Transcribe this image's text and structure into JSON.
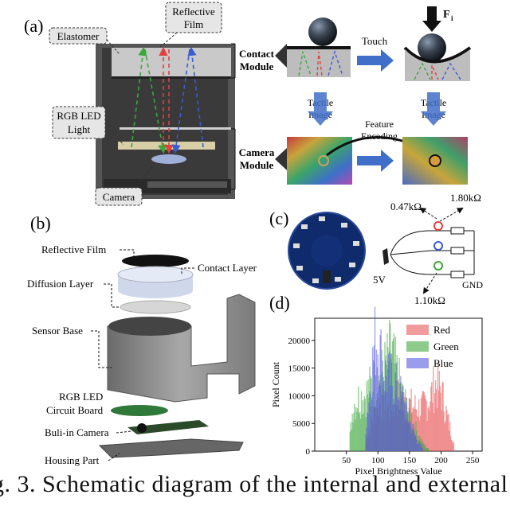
{
  "panel_a": {
    "letter": "(a)",
    "labels": {
      "elastomer": "Elastomer",
      "reflective_film": "Reflective Film",
      "rgb_led_light": "RGB LED Light",
      "camera": "Camera",
      "contact_module": "Contact Module",
      "camera_module": "Camera Module",
      "touch": "Touch",
      "force": "F",
      "force_sub": "i",
      "tactile_image_left": "Tactile Image",
      "tactile_image_right": "Tactile Image",
      "feature_encoding": "Feature Encoding"
    }
  },
  "panel_b": {
    "letter": "(b)",
    "labels": {
      "reflective_film": "Reflective Film",
      "contact_layer": "Contact Layer",
      "diffusion_layer": "Diffusion Layer",
      "sensor_base": "Sensor Base",
      "rgb_led_circuit_board": "RGB LED Circuit Board",
      "built_in_camera": "Buli-in Camera",
      "housing_part": "Housing Part"
    }
  },
  "panel_c": {
    "letter": "(c)",
    "voltage": "5V",
    "gnd": "GND",
    "resistors": [
      "0.47kΩ",
      "1.80kΩ",
      "1.10kΩ"
    ]
  },
  "panel_d": {
    "letter": "(d)",
    "colors": {
      "red": "#e8585a",
      "green": "#3fa83f",
      "blue": "#5a5ae0"
    }
  },
  "chart_data": {
    "type": "histogram",
    "xlabel": "Pixel Brightness Value",
    "ylabel": "Pixel Count",
    "xlim": [
      0,
      265
    ],
    "ylim": [
      0,
      24000
    ],
    "xticks": [
      50,
      100,
      150,
      200,
      250
    ],
    "yticks": [
      0,
      5000,
      10000,
      15000,
      20000
    ],
    "legend_position": "top-right",
    "series": [
      {
        "name": "Red",
        "color": "#e8585a",
        "x": [
          80,
          90,
          100,
          110,
          120,
          130,
          140,
          150,
          160,
          170,
          180,
          190,
          200,
          210,
          220
        ],
        "y": [
          2000,
          6000,
          9500,
          8500,
          8000,
          10500,
          9500,
          9000,
          8500,
          8500,
          10000,
          13000,
          11500,
          6000,
          1500
        ]
      },
      {
        "name": "Green",
        "color": "#3fa83f",
        "x": [
          55,
          60,
          70,
          80,
          90,
          100,
          110,
          120,
          125,
          130,
          140,
          150,
          160,
          170,
          180
        ],
        "y": [
          3000,
          9000,
          10500,
          11000,
          13000,
          13500,
          16000,
          19500,
          17000,
          14500,
          10000,
          7000,
          4000,
          1500,
          300
        ]
      },
      {
        "name": "Blue",
        "color": "#5a5ae0",
        "x": [
          80,
          90,
          95,
          100,
          105,
          110,
          120,
          130,
          140,
          150,
          160,
          170
        ],
        "y": [
          5000,
          16000,
          22000,
          20500,
          18000,
          15000,
          14000,
          12500,
          9500,
          5500,
          2500,
          500
        ]
      }
    ]
  },
  "caption": "g. 3. Schematic diagram of the internal and external"
}
